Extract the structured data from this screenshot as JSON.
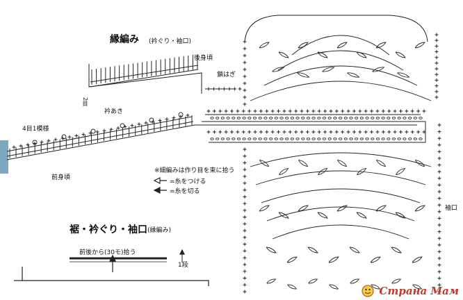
{
  "labels": {
    "title_top": "縁編み",
    "title_top_sub": "(衿ぐり・袖口)",
    "back_body": "後身頃",
    "join": "鎖はぎ",
    "neck_opening": "衿あき",
    "pattern_repeat": "4目1模様",
    "front_body": "前身頃",
    "vertical_label": "2目",
    "note_chain": "※細編みは作り目を束に拾う",
    "note_attach": "=糸をつける",
    "note_cut": "=糸を切る",
    "title_bottom": "裾・衿ぐり・袖口",
    "title_bottom_sub": "(縁編み)",
    "pickup": "前後から(30モ)拾う",
    "row_marker": "1段",
    "sleeve_opening": "袖口"
  },
  "watermark": {
    "text": "Страна Мам",
    "color": "#c0392b"
  },
  "colors": {
    "ink": "#222222",
    "accent_bar": "#7fa7c0",
    "paper": "#ffffff"
  },
  "icons": [
    "arrow-open-icon",
    "arrow-solid-icon",
    "up-arrow-icon",
    "watermark-logo-icon"
  ]
}
